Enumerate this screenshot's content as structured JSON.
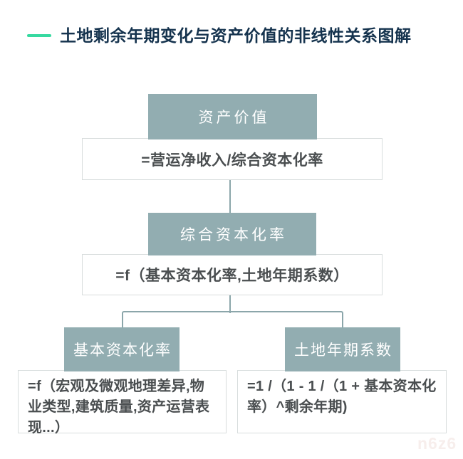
{
  "title": {
    "text": "土地剩余年期变化与资产价值的非线性关系图解"
  },
  "diagram": {
    "level1": {
      "node_label": "资产价值",
      "formula": "=营运净收入/综合资本化率"
    },
    "level2": {
      "node_label": "综合资本化率",
      "formula": "=f（基本资本化率,土地年期系数）"
    },
    "level3_left": {
      "node_label": "基本资本化率",
      "formula": "=f（宏观及微观地理差异,物业类型,建筑质量,资产运营表现...）"
    },
    "level3_right": {
      "node_label": "土地年期系数",
      "formula": "=1 /（1 - 1 /（1 + 基本资本化率）^剩余年期)"
    }
  },
  "watermark": "n6z6",
  "colors": {
    "accent": "#36d9a0",
    "title_color": "#15334e",
    "node_fill": "#92adb1",
    "node_text": "#ffffff",
    "box_border": "#d8dddd",
    "formula_text": "#4a4e50",
    "connector": "#8ba6aa",
    "watermark_color": "#f7eeec",
    "background": "#ffffff"
  }
}
